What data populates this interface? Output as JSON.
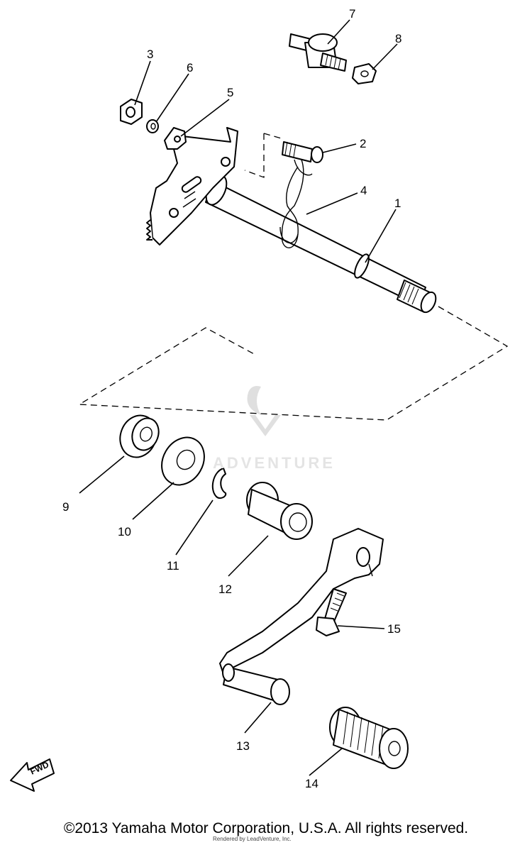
{
  "callouts": {
    "c1": "1",
    "c2": "2",
    "c3": "3",
    "c4": "4",
    "c5": "5",
    "c6": "6",
    "c7": "7",
    "c8": "8",
    "c9": "9",
    "c10": "10",
    "c11": "11",
    "c12": "12",
    "c13": "13",
    "c14": "14",
    "c15": "15"
  },
  "fwd_label": "FWD",
  "watermark": "ADVENTURE",
  "footer": {
    "copyright": "©2013 Yamaha Motor Corporation, U.S.A. All rights reserved.",
    "rendered_by": "Rendered by LeadVenture, Inc."
  }
}
